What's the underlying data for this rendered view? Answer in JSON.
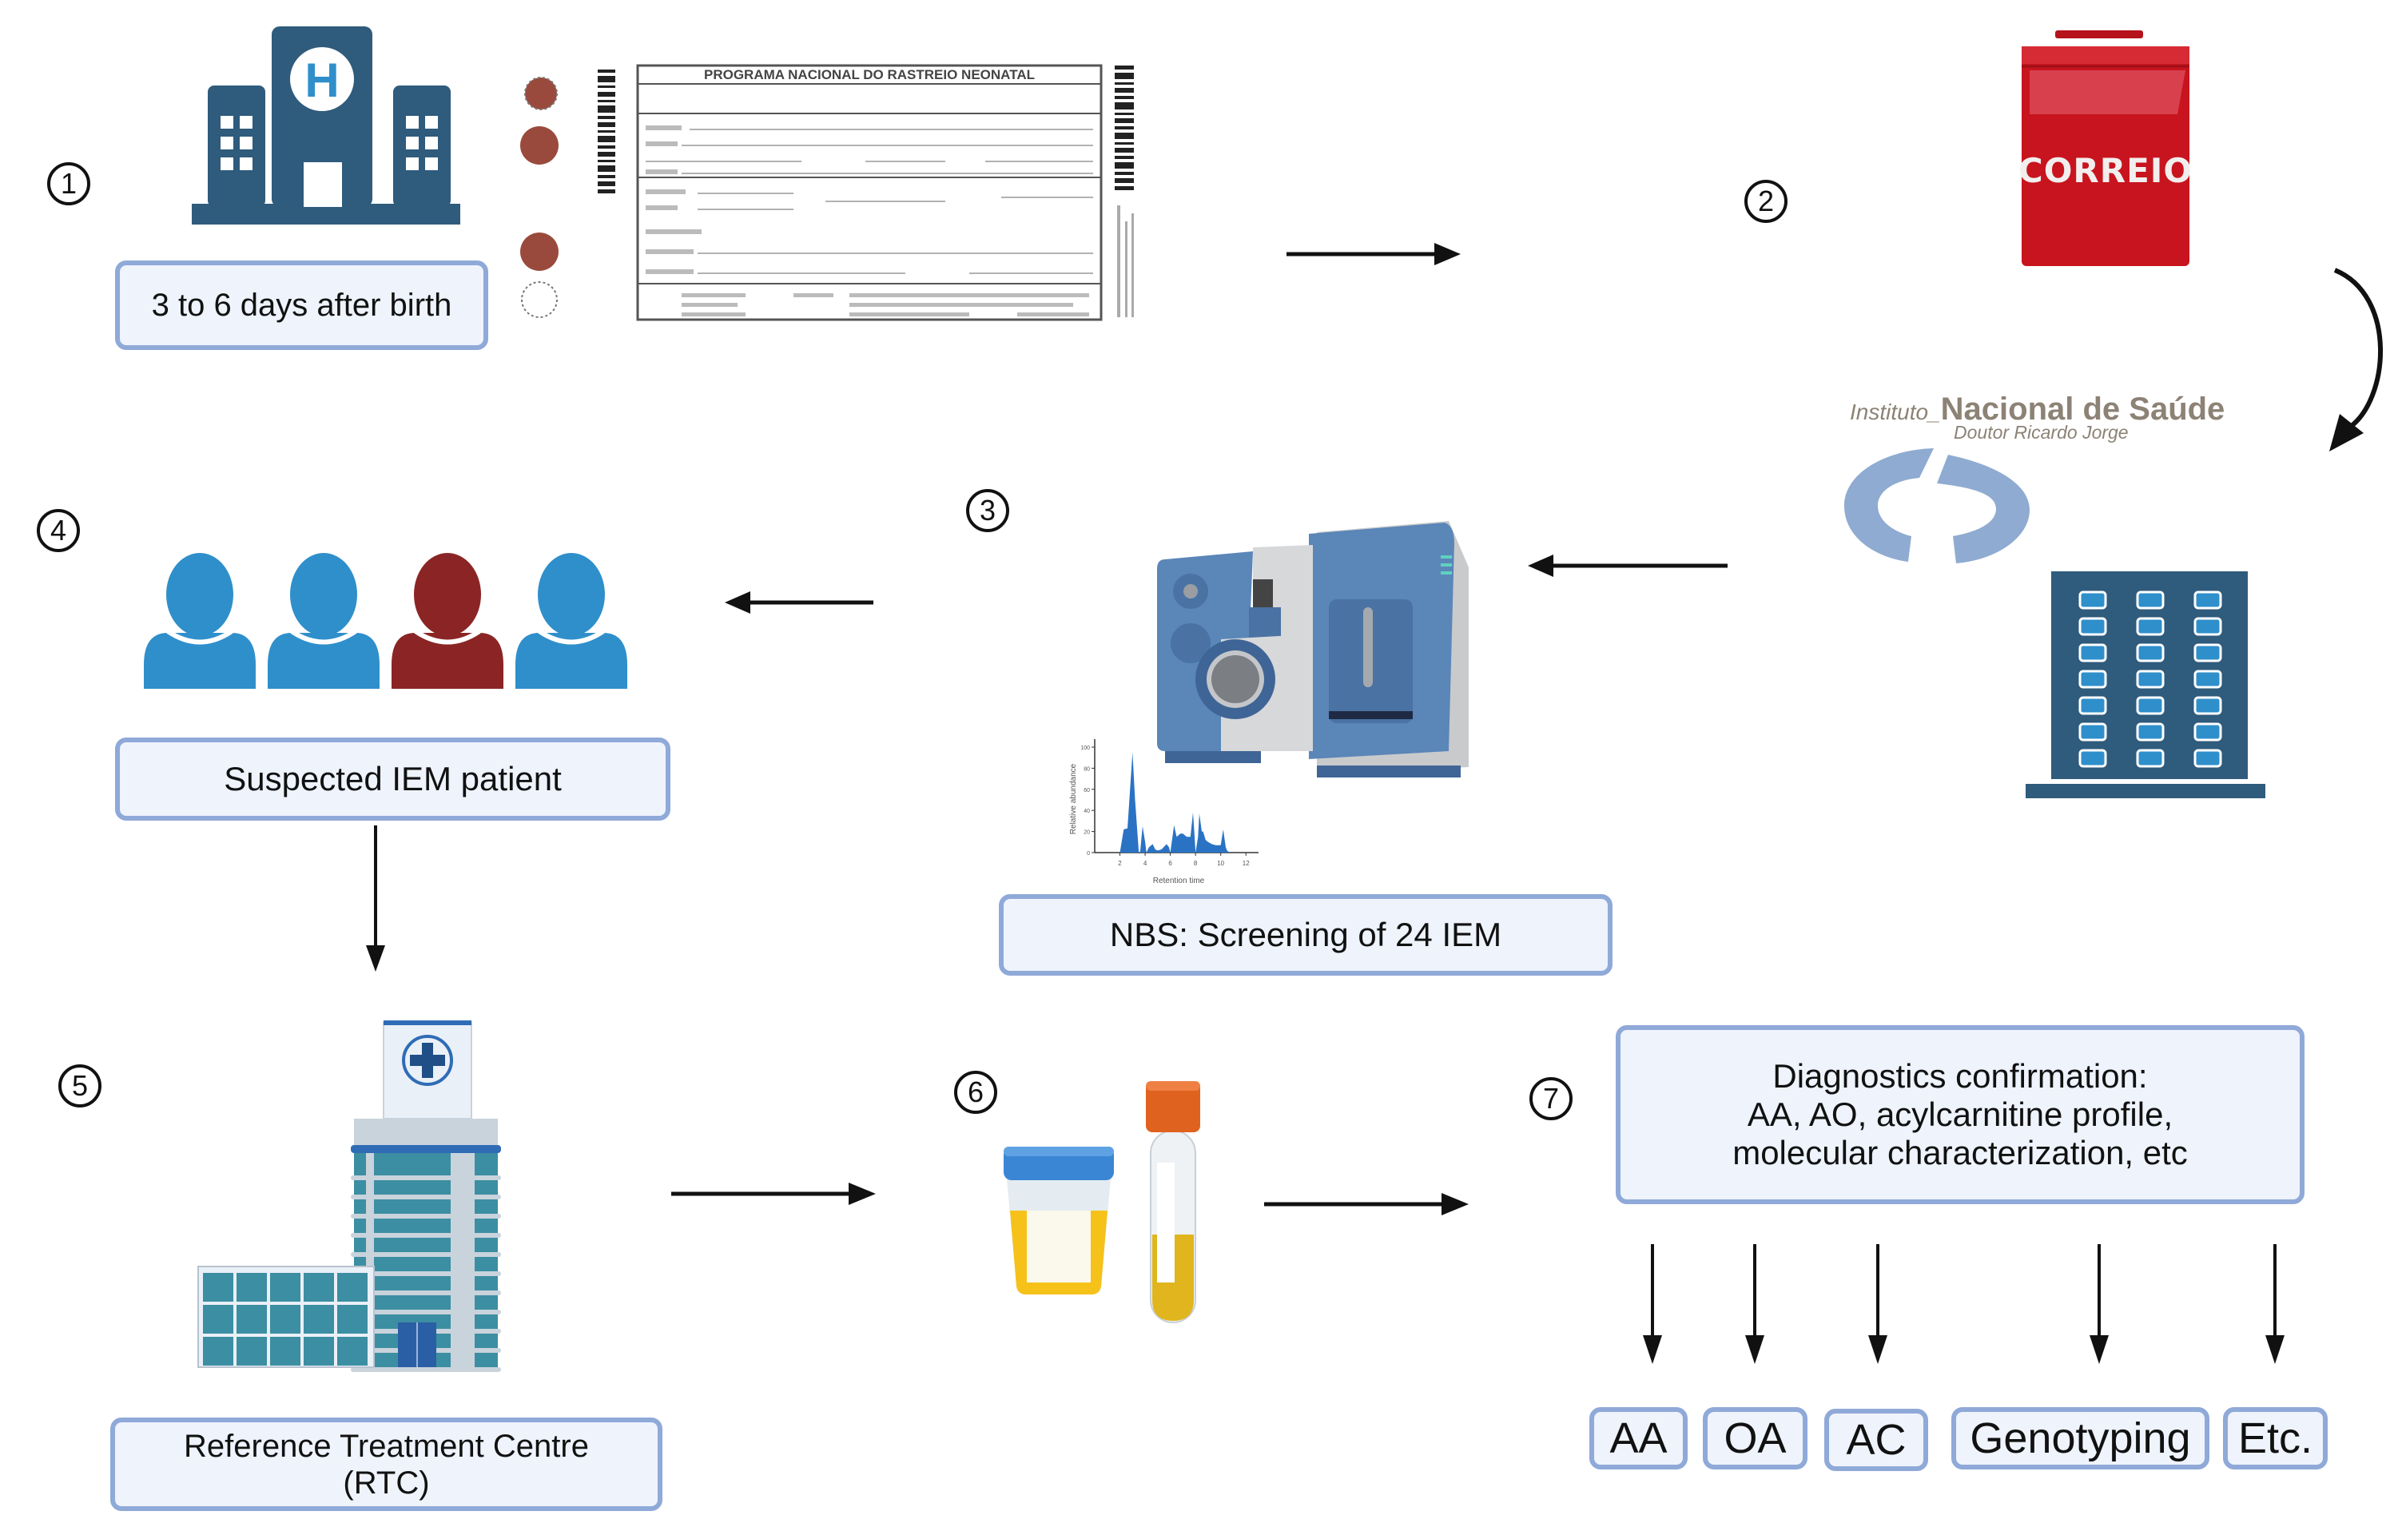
{
  "diagram": {
    "steps": [
      {
        "number": "1",
        "label": "3 to 6 days after birth"
      },
      {
        "number": "2",
        "label": ""
      },
      {
        "number": "3",
        "label": "NBS: Screening of 24 IEM"
      },
      {
        "number": "4",
        "label": "Suspected IEM patient"
      },
      {
        "number": "5",
        "label": "Reference Treatment Centre\n(RTC)"
      },
      {
        "number": "6",
        "label": ""
      },
      {
        "number": "7",
        "label": "Diagnostics confirmation:\nAA, AO, acylcarnitine profile,\nmolecular characterization, etc"
      }
    ],
    "card": {
      "title": "PROGRAMA NACIONAL DO RASTREIO NEONATAL"
    },
    "mailbox": {
      "label": "CORREIO",
      "color": "#c8141e"
    },
    "institute": {
      "prefix": "Instituto_",
      "name": "Nacional de Saúde",
      "subtitle": "Doutor Ricardo Jorge",
      "text_color": "#8c8275",
      "logo_color": "#8fabd1"
    },
    "patients": {
      "count": 4,
      "highlighted_index": 2,
      "normal_color": "#2f8fcb",
      "highlight_color": "#8b2525"
    },
    "results": [
      "AA",
      "OA",
      "AC",
      "Genotyping",
      "Etc."
    ],
    "colors": {
      "box_fill": "#eef3fc",
      "box_border": "#8fa9d8",
      "building_dark": "#2f5b7c",
      "arrow": "#111111"
    }
  },
  "chart_data": {
    "type": "area",
    "title": "",
    "xlabel": "Retention time",
    "ylabel": "Relative abundance",
    "x_ticks": [
      2,
      4,
      6,
      8,
      10,
      12
    ],
    "y_ticks": [
      0,
      20,
      40,
      60,
      80,
      100
    ],
    "xlim": [
      0,
      13
    ],
    "ylim": [
      0,
      100
    ],
    "x": [
      2.0,
      2.3,
      2.6,
      3.0,
      3.2,
      3.5,
      3.6,
      3.8,
      4.0,
      4.1,
      4.3,
      4.6,
      4.8,
      5.0,
      5.3,
      5.7,
      5.9,
      6.0,
      6.3,
      6.5,
      6.8,
      7.0,
      7.3,
      7.6,
      7.8,
      7.9,
      8.0,
      8.2,
      8.3,
      8.5,
      8.6,
      8.8,
      9.0,
      9.3,
      9.6,
      10.0,
      10.2,
      10.4,
      10.5,
      10.7,
      11.0
    ],
    "y": [
      0,
      22,
      23,
      95,
      50,
      0,
      0,
      25,
      10,
      0,
      5,
      8,
      3,
      2,
      3,
      8,
      5,
      0,
      26,
      15,
      18,
      18,
      15,
      15,
      38,
      20,
      0,
      15,
      37,
      20,
      20,
      12,
      10,
      8,
      7,
      7,
      22,
      5,
      2,
      0,
      0
    ]
  }
}
